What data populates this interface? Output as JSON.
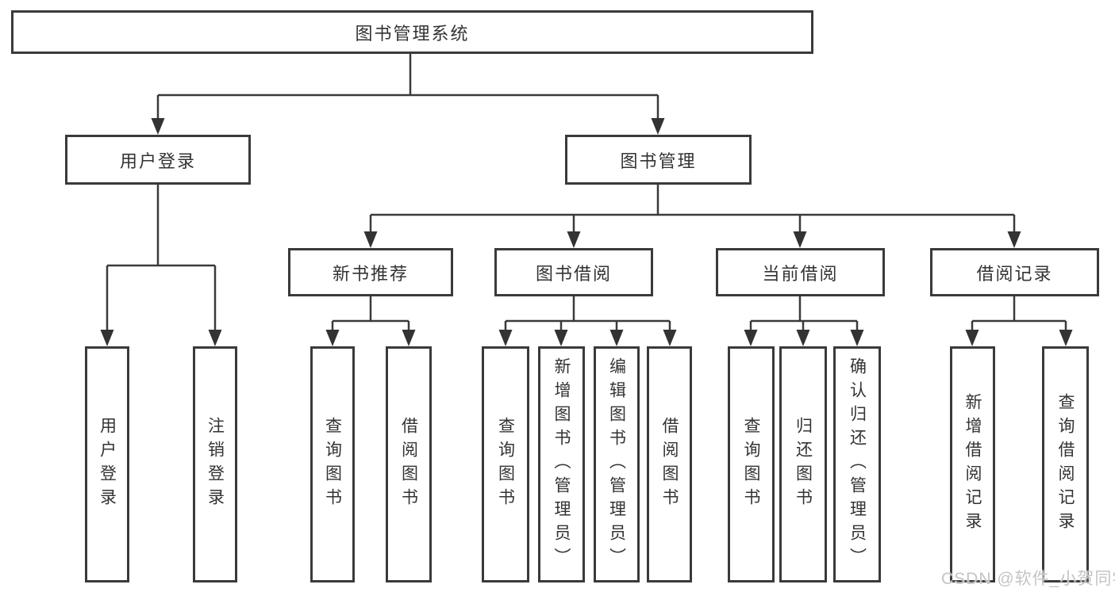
{
  "diagram_type": "hierarchy-tree",
  "colors": {
    "line": "#3a3a3a",
    "box_border": "#3a3a3a",
    "text": "#333333",
    "watermark": "#c4c4c4",
    "background": "#ffffff"
  },
  "tree": {
    "label": "图书管理系统",
    "children": [
      {
        "label": "用户登录",
        "children": [
          {
            "label": "用户登录"
          },
          {
            "label": "注销登录"
          }
        ]
      },
      {
        "label": "图书管理",
        "children": [
          {
            "label": "新书推荐",
            "children": [
              {
                "label": "查询图书"
              },
              {
                "label": "借阅图书"
              }
            ]
          },
          {
            "label": "图书借阅",
            "children": [
              {
                "label": "查询图书"
              },
              {
                "label": "新增图书（管理员）"
              },
              {
                "label": "编辑图书（管理员）"
              },
              {
                "label": "借阅图书"
              }
            ]
          },
          {
            "label": "当前借阅",
            "children": [
              {
                "label": "查询图书"
              },
              {
                "label": "归还图书"
              },
              {
                "label": "确认归还（管理员）"
              }
            ]
          },
          {
            "label": "借阅记录",
            "children": [
              {
                "label": "新增借阅记录"
              },
              {
                "label": "查询借阅记录"
              }
            ]
          }
        ]
      }
    ]
  },
  "watermark": {
    "text": "CSDN @软件_小贺同学"
  }
}
